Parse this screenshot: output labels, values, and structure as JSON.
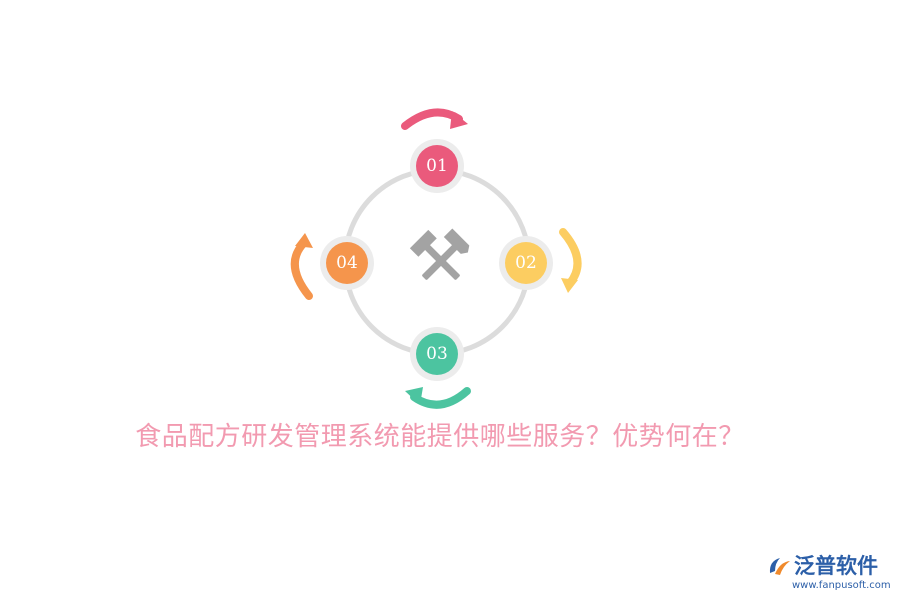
{
  "diagram": {
    "center_icon": "crossed-hammers-icon",
    "ring_color": "#dcdcdc",
    "steps": [
      {
        "label": "01",
        "color": "#ea5a7c",
        "arrow": "arrow-top-clockwise-icon"
      },
      {
        "label": "02",
        "color": "#fccd61",
        "arrow": "arrow-right-clockwise-icon"
      },
      {
        "label": "03",
        "color": "#4cc4a0",
        "arrow": "arrow-bottom-clockwise-icon"
      },
      {
        "label": "04",
        "color": "#f5954c",
        "arrow": "arrow-left-clockwise-icon"
      }
    ]
  },
  "title": {
    "text": "食品配方研发管理系统能提供哪些服务？优势何在？",
    "color": "#f29ab0"
  },
  "logo": {
    "name": "泛普软件",
    "url": "www.fanpusoft.com",
    "icon": "fanpu-logo-icon",
    "name_color": "#2c5fa8",
    "url_color": "#2c5fa8",
    "accent_color": "#f08a2c"
  }
}
